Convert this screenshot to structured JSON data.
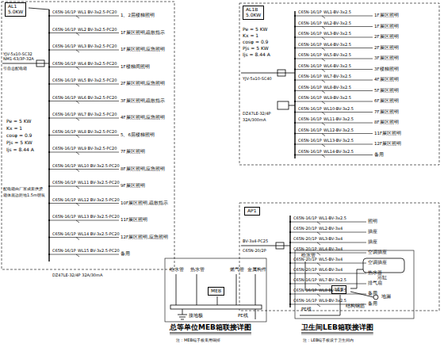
{
  "diagram": {
    "nodes": [
      {
        "text": [
          "AL1",
          "5.0KW"
        ]
      },
      {
        "text": [
          "AL1B",
          "5.0KW"
        ]
      },
      {
        "text": [
          "AP1"
        ]
      },
      {
        "text": [
          "MEB"
        ]
      },
      {
        "text": [
          "LEB"
        ]
      }
    ],
    "labels": [
      "YJV-5x10-SC32",
      "引自总配电箱",
      "NM1-63/3P-32A",
      "Pe = 5 KW",
      "Kx = 1",
      "cosφ = 0.9",
      "Pjs = 5 KW",
      "Ijs = 8.44 A",
      "配电箱由厂家成套供货",
      "箱体底边距地1.5m明装",
      "C65N-16/1P",
      "C65N-16/1P",
      "C65N-16/1P",
      "C65N-16/1P",
      "C65N-16/1P",
      "C65N-16/1P",
      "C65N-16/1P",
      "C65N-16/1P",
      "C65N-16/1P",
      "C65N-16/1P",
      "C65N-16/1P",
      "C65N-16/1P",
      "C65N-16/1P",
      "C65N-16/1P",
      "C65N-16/1P",
      "WL1 BV-3x2.5-PC20",
      "WL2 BV-3x2.5-PC20",
      "WL3 BV-3x2.5-PC20",
      "WL4 BV-3x2.5-PC20",
      "WL5 BV-3x2.5-PC20",
      "WL6 BV-3x2.5-PC20",
      "WL7 BV-3x2.5-PC20",
      "WL8 BV-3x2.5-PC20",
      "WL9 BV-3x2.5-PC20",
      "WL10 BV-3x2.5-PC20",
      "WL11 BV-3x2.5-PC20",
      "WL12 BV-3x2.5-PC20",
      "WL13 BV-3x2.5-PC20",
      "WL14 BV-3x2.5-PC20",
      "WL15 BV-3x2.5-PC20",
      "1、2层楼梯照明",
      "1F展区照明,疏散指示",
      "1F展区照明,应急照明",
      "1F楼梯间照明",
      "2F展区照明,应急照明",
      "3F展区照明,疏散指示",
      "4F展区照明,应急照明",
      "5、6层楼梯照明",
      "7F展区照明",
      "8F展区照明,应急照明",
      "9F展区照明",
      "10F展区照明,疏散指示",
      "11F展区照明",
      "12F展区照明,应急照明",
      "备用",
      "DZ47LE-32/4P 32A/30mA",
      "Pe = 5 KW",
      "Kx = 1",
      "cosφ = 0.9",
      "Pjs = 5 KW",
      "Ijs = 8.44 A",
      "YJV-5x10-SC40",
      "DZ47LE-32/4P",
      "32A/300mA",
      "C65N-16/1P",
      "C65N-16/1P",
      "C65N-16/1P",
      "C65N-16/1P",
      "C65N-16/1P",
      "C65N-16/1P",
      "C65N-16/1P",
      "C65N-16/1P",
      "C65N-16/1P",
      "C65N-16/1P",
      "C65N-16/1P",
      "C65N-16/1P",
      "C65N-16/1P",
      "C65N-16/1P",
      "WL1-BV-3x2.5",
      "WL2-BV-3x2.5",
      "WL3-BV-3x2.5",
      "WL4-BV-3x2.5",
      "WL5-BV-3x2.5",
      "WL6-BV-3x2.5",
      "WL7-BV-3x2.5",
      "WL8-BV-3x2.5",
      "WL9-BV-3x2.5",
      "WL10-BV-3x2.5",
      "WL11-BV-3x2.5",
      "WL12-BV-3x2.5",
      "WL13-BV-3x2.5",
      "WL14-BV-3x2.5",
      "1F展区照明",
      "1F展区照明",
      "2F展区照明",
      "2F展区照明",
      "3F展区照明",
      "3F楼梯照明",
      "4F展区照明",
      "5F展区照明",
      "6F展区照明",
      "7F展区照明",
      "8F展区照明",
      "11F展区照明",
      "12F展区照明",
      "备用",
      "BV-3x4-PC25",
      "C65N-20/2P",
      "C65N-16/1P",
      "C65N-20/1P",
      "C65N-20/1P",
      "C65N-20/1P",
      "C65N-20/1P",
      "C65N-20/1P",
      "C65N-16/1P",
      "C65N-16/1P",
      "C65N-16/1P",
      "WL1-BV-3x2.5",
      "WL2-BV-3x4",
      "WL3-BV-3x4",
      "WL4-BV-3x4",
      "WL5-BV-3x4",
      "WL6-BV-3x4",
      "WL7-BV-3x2.5",
      "WL8-BV-3x2.5",
      "WL9-BV-3x2.5",
      "照明",
      "插座",
      "插座",
      "空调插座",
      "空调插座",
      "热水器",
      "排气扇",
      "备用",
      "备用",
      "给水管",
      "热水管",
      "燃气管",
      "金属构件",
      "接地极",
      "PE线",
      "总等单位MEB箱联接详图",
      "卫生间LEB箱联接详图",
      "注：MEB端子板采用铜排",
      "注：LEB端子板设于卫生间内",
      "给水管",
      "浴缸",
      "地漏",
      "PE线",
      "结构钢筋"
    ]
  }
}
